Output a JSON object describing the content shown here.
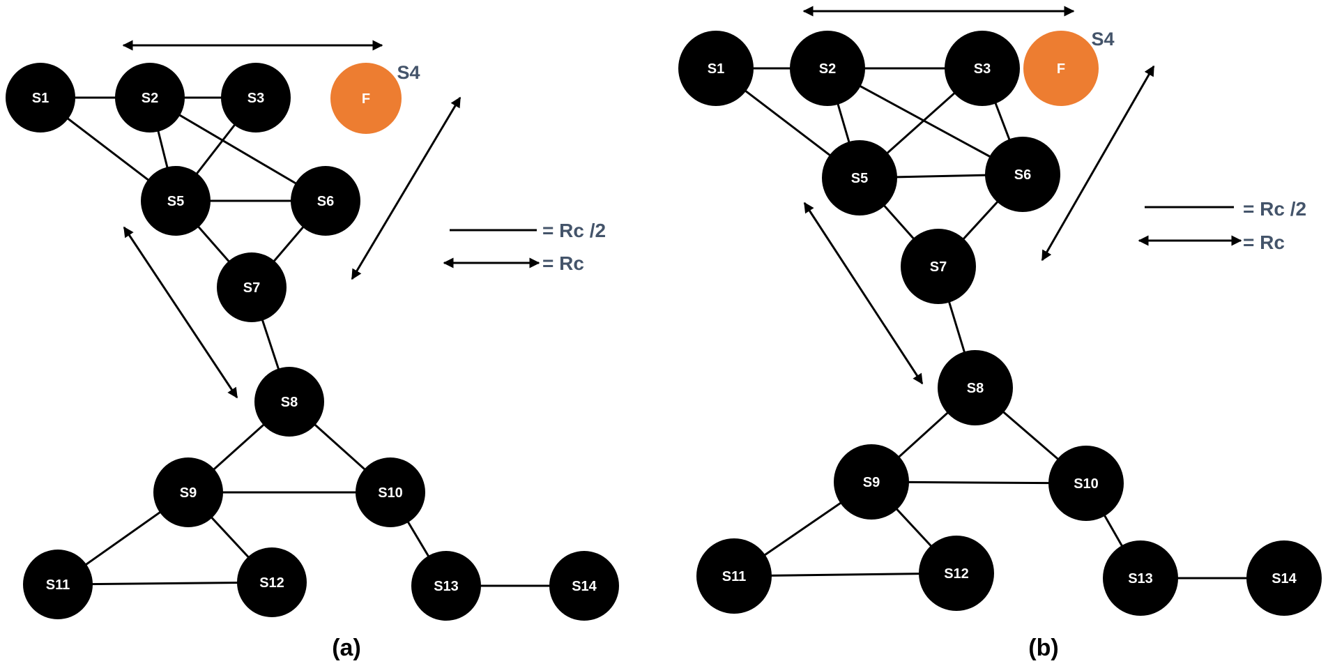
{
  "legend": {
    "half_range": "= Rc /2",
    "range": "= Rc"
  },
  "panels": [
    {
      "label": "(a)",
      "failed_node_label": "S4",
      "failed_node_mark": "F",
      "nodes": [
        "S1",
        "S2",
        "S3",
        "S5",
        "S6",
        "S7",
        "S8",
        "S9",
        "S10",
        "S11",
        "S12",
        "S13",
        "S14"
      ],
      "edges": [
        [
          "S1",
          "S2"
        ],
        [
          "S2",
          "S3"
        ],
        [
          "S1",
          "S5"
        ],
        [
          "S2",
          "S5"
        ],
        [
          "S3",
          "S5"
        ],
        [
          "S2",
          "S6"
        ],
        [
          "S5",
          "S6"
        ],
        [
          "S5",
          "S7"
        ],
        [
          "S6",
          "S7"
        ],
        [
          "S7",
          "S8"
        ],
        [
          "S8",
          "S9"
        ],
        [
          "S8",
          "S10"
        ],
        [
          "S9",
          "S10"
        ],
        [
          "S9",
          "S11"
        ],
        [
          "S9",
          "S12"
        ],
        [
          "S11",
          "S12"
        ],
        [
          "S10",
          "S13"
        ],
        [
          "S13",
          "S14"
        ]
      ]
    },
    {
      "label": "(b)",
      "failed_node_label": "S4",
      "failed_node_mark": "F",
      "nodes": [
        "S1",
        "S2",
        "S3",
        "S5",
        "S6",
        "S7",
        "S8",
        "S9",
        "S10",
        "S11",
        "S12",
        "S13",
        "S14"
      ],
      "edges": [
        [
          "S1",
          "S2"
        ],
        [
          "S2",
          "S3"
        ],
        [
          "S1",
          "S5"
        ],
        [
          "S2",
          "S5"
        ],
        [
          "S3",
          "S5"
        ],
        [
          "S2",
          "S6"
        ],
        [
          "S3",
          "S6"
        ],
        [
          "S5",
          "S6"
        ],
        [
          "S5",
          "S7"
        ],
        [
          "S6",
          "S7"
        ],
        [
          "S7",
          "S8"
        ],
        [
          "S8",
          "S9"
        ],
        [
          "S8",
          "S10"
        ],
        [
          "S9",
          "S10"
        ],
        [
          "S9",
          "S11"
        ],
        [
          "S9",
          "S12"
        ],
        [
          "S11",
          "S12"
        ],
        [
          "S10",
          "S13"
        ],
        [
          "S13",
          "S14"
        ]
      ]
    }
  ],
  "colors": {
    "node": "#000000",
    "failed_node": "#ed7d31",
    "node_text": "#ffffff",
    "legend_text": "#44546a"
  }
}
